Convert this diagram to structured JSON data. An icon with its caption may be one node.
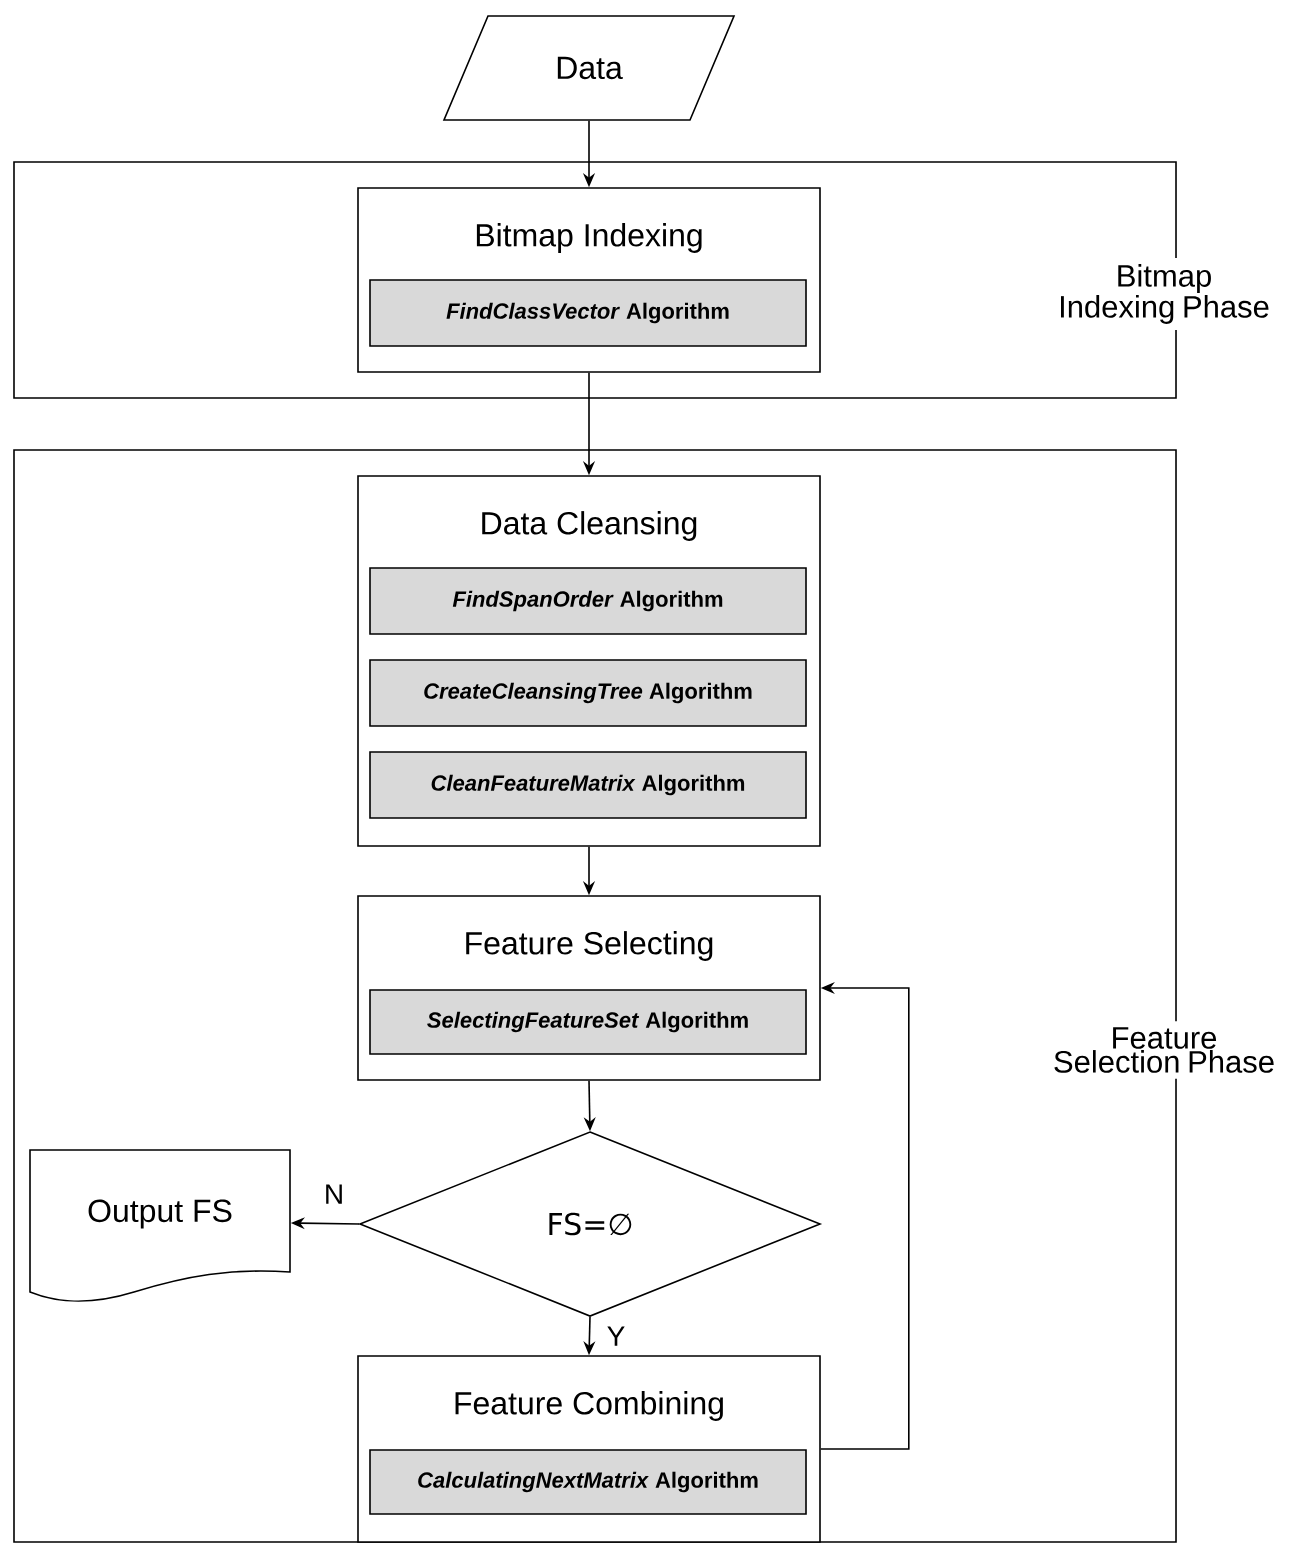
{
  "diagram": {
    "nodes": [
      {
        "text": [
          "Data"
        ]
      },
      {
        "text": [
          "Bitmap Indexing Phase"
        ]
      },
      {
        "text": [
          "Bitmap Indexing"
        ],
        "in": 1
      },
      {
        "text": [
          "*FindClassVector* Algorithm"
        ],
        "in": 2
      },
      {
        "text": [
          "Feature Selection Phase"
        ]
      },
      {
        "text": [
          "Data Cleansing"
        ],
        "in": 4
      },
      {
        "text": [
          "*FindSpanOrder* Algorithm"
        ],
        "in": 5
      },
      {
        "text": [
          "*CreateCleansingTree* Algorithm"
        ],
        "in": 5
      },
      {
        "text": [
          "*CleanFeatureMatrix* Algorithm"
        ],
        "in": 5
      },
      {
        "text": [
          "Feature Selecting"
        ],
        "in": 4
      },
      {
        "text": [
          "*SelectingFeatureSet* Algorithm"
        ],
        "in": 9
      },
      {
        "text": [
          "FS=∅"
        ],
        "in": 4
      },
      {
        "text": [
          "Output FS"
        ],
        "in": 4
      },
      {
        "text": [
          "Feature Combining"
        ],
        "in": 4
      },
      {
        "text": [
          "*CalculatingNextMatrix* Algorithm"
        ],
        "in": 13
      }
    ],
    "edges": [
      {
        "from": 0,
        "to": 2,
        "arrow": "to"
      },
      {
        "from": 2,
        "to": 5,
        "arrow": "to"
      },
      {
        "from": 5,
        "to": 9,
        "arrow": "to"
      },
      {
        "from": 9,
        "to": 11,
        "arrow": "to"
      },
      {
        "from": 11,
        "to": 12,
        "arrow": "to",
        "label": "N"
      },
      {
        "from": 11,
        "to": 13,
        "arrow": "to",
        "label": "Y"
      },
      {
        "from": 13,
        "to": 9,
        "arrow": "to"
      }
    ]
  }
}
